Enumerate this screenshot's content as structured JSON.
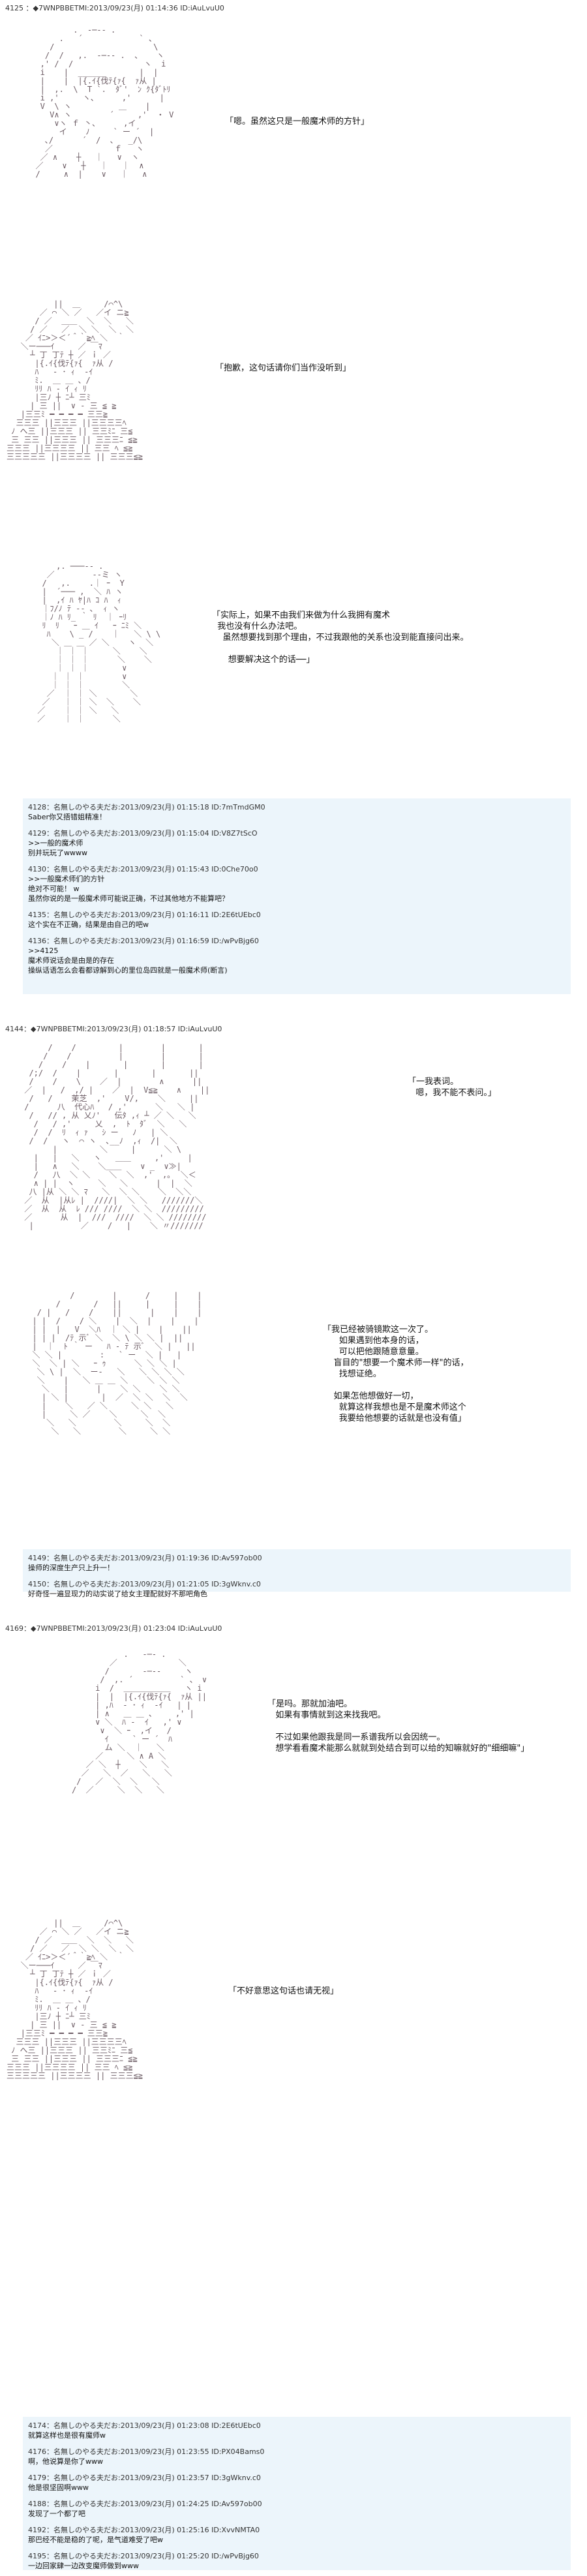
{
  "posts": [
    {
      "header": "4125 ：◆7WNPBBETMI:2013/09/23(月) 01:14:36 ID:iAuLvuU0",
      "panels": [
        {
          "dialog": "「嗯。虽然这只是一般魔术师的方针」",
          "aa": "          .  -─‐- .\n       .   ´            ` 、\n     /                     \\\n    /  /   ,.  -─‐- .  、   ヽ\n   ,' /  /               ヽ  i\n   i    |  ______       |  |\n   |    |  |{.ｲ{伐ﾃ{ｧ{  ｧ从 |\n   |  ,.  \\  T `.  ﾀﾞ'  ﾝ ｸ{ﾀﾞﾄﾘ\n   i ,'     ヽ、     ,'      |\n   V  \\ ヽ          ＿    |\n     V∧ ヽ        ´     ,'  ・ V\n      ∨ヽ ｆ 丶、     ,イ\n       イ    ﾉ     ` ー ´  |\n    ､/      ´  /  ､   _/\\\n    ／             ｆ   ヽ\n   ／ ∧    ┼   ｜   ∨  ヽ\n  ／    ∨   ┼   ｜   ｜  ∧\n  /     ∧  |    ∨   ｜   ∧"
        },
        {
          "dialog": "「抱歉，这句话请你们当作没听到」",
          "aa": "          ||  ＿     /⌒^\\\n       ／ ⌒ ＼ ／   ／イ ニ≧\n      / ／  ＿＿  ＼  ＼   ＼\n     / ／   ／  ＼ ＼  ＼  ＼\n    ／ ｲﾆ>＞＜´＾｀≧ﾍ ＼  ｀\n   ＼ー───ｲ     ／ ￣ﾏ\n     ┴ 丁 丁ﾃ ┼ ／ ｉ ／\n      |{.ｲ{伐ﾃ{ｧ{  ｧ从 /\n      ﾊ   ‐ ･ ｨ  ‐ｲ\n      ﾐ.  ＿ ＿ 、/\n      ﾘﾘ ﾊ - ｲ ｨ ﾘ\n      |三ﾉ ┼ ﾆ┴ 三ﾐ\n     | 三 ||  ∨ ‐ 三 ≦ ≧\n   |三三ﾐ ━ ━ ━ ━ 三三≧\n  三三三 ||三三三 ||三三三三ﾍ\n ﾉ へ三 ||三三三 || 三三ﾐﾆ 三≦\n 三 三三 ||三三三 || 三三三ﾆ ≦≧\n三三三 ||三三三三 || 三三 ﾍ ≦≧\n三三三三三 ||三三三三 || 三三三≦≧"
        },
        {
          "dialog": "「实际上，如果不由我们来做为什么我拥有魔术\n  我也没有什么办法吧。\n    虽然想要找到那个理由，不过我跟他的关系也没到能直接问出来。\n\n      想要解决这个的话──」",
          "aa": "     ,. ───‐- .\n   ／        ‐-ミ ヽ\n  /   ,.    .｜ ｰ  Y\n  |  ´─── ,  ＼ ﾊ ヽ\n  |  ,ｲ ﾊ ﾔ|ﾊ ｺ ﾊ  ｨ\n  ｜ﾌ/ﾉ ﾃ ‐- ､  ｨ ヽ\n  ｜ﾉ ﾊ ﾘ_ ｀ ﾘ  ｜ ｰﾘ\n  ﾘ  ﾘ   ｰ ＿ ｲ   ｰ ﾆﾐ ＼\n   ﾊ    \\ _ /    ｜   ＼ \\ \\\n    ＼ ＿ ＿ ／ ＼    ヽ  ＼\n     ｜ ｜ ｜     ＼    ＼\n     ｜ ｜ ｜      ＼    ＼\n     ｜ ｜ ｜       ∨\n    ｜ ｜ ｜        ∨\n    ｜ ｜ ｜        ＼\n   ／  ｜ ｜ ＼       ＼\n  ／   ｜ ｜ ＼  ＼    ＼\n ／    ｜ ｜ ＼   ＼\n ／    ｜ ｜      ＼"
        }
      ],
      "responses": [
        {
          "head": "4128：名無しのやる夫だお:2013/09/23(月) 01:15:18 ID:7mTmdGM0",
          "lines": [
            "Saber你又捂错姐精准！"
          ]
        },
        {
          "head": "4129：名無しのやる夫だお:2013/09/23(月) 01:15:04 ID:V8Z7tScO",
          "lines": [
            ">>一般的魔术师",
            "别并玩玩了wwww"
          ]
        },
        {
          "head": "4130：名無しのやる夫だお:2013/09/23(月) 01:15:43 ID:0Che70o0",
          "lines": [
            ">>一般魔术师们的方针",
            "绝对不可能！ w",
            "虽然你说的是一般魔术师可能说正确，不过其他地方不能算吧？"
          ]
        },
        {
          "head": "4135：名無しのやる夫だお:2013/09/23(月) 01:16:11 ID:2E6tUEbc0",
          "lines": [
            "这个实在不正确，结果是由自己的吧w"
          ]
        },
        {
          "head": "4136：名無しのやる夫だお:2013/09/23(月) 01:16:59 ID:/wPvBjg60",
          "lines": [
            ">>4125",
            "魔术师说话会是由是的存在",
            "操纵话语怎么会看都谅解到心的里位岛四就是一般魔术师(断言)"
          ]
        }
      ]
    },
    {
      "header": "4144：◆7WNPBBETMI:2013/09/23(月) 01:18:57 ID:iAuLvuU0",
      "panels": [
        {
          "dialog": "「一我表词。\n   嗯，我不能不表问。」",
          "aa": "      /    /         |        |       |\n     /    /          |        |       |\n    /    /    |       |       |       |\n  /;/  /    |       |       |       ||\n  /    /    \\    ／  |        ∧      ||\n ／  |   /  ,/ |    ／  |  V≦≧    ∧    ||\n  /   /    茉芝  ,'    V/,    ＼     ||\n /      八  代心ﾊ   / ,'      ＼   ＼ |\n  /   // , 从 乂ﾉ'   伝ﾀ ,ｨ ┴ ／ ＼   ＼\n   /   / ,'     乂  ,  ﾄ  ﾀﾞ  ＼   ＼\n   /  /  ﾘ  ｨ ｧ   ｼ ー   ﾉ   | ＼\n  /  /   ヽ  ⌒ ヽ  ､__ﾉ  ,ｨ  /|  ＼\n       |         ＼     |      ＼ \\\n   |   |   ＼   ヽ   ＿＿     ,'     |\n   |   ∧   ＼    ＼＿＿    ∨ _  ∨≫|\n   /   八  ＼ ＼    ＼  ＼  ,'  ,｡  ＼＜\n   ∧ | |  ヽ     ＼   ＼      |  |  ＼\n  八 |从 ＼ ＼ ﾏ   ＼  ＼ ＼    ＼  ＼＼\n ／  从  |从ﾚ |  ////|  ＼ ＼   ///////＼\n ／  从  从  ﾚ /// ////  ＼ ＼  /////////\n ／      从  |  ///  ////  ＼ ＼ ////////\n  |          ／    /   |    ＼ 〃///////"
        },
        {
          "dialog": "「我已经被骑镜欺这一次了。\n      如果遇到他本身的话，\n      可以把他跟随意意量。\n    盲目的\"想要一个魔术师一样\"的话，\n      找想证绝。\n\n    如果怎他想做好一切，\n      就算这样我想也是不是魔术师这个\n      我要给他想要的话就是也没有值」",
          "aa": "          /        |      /     |    |\n       /       /   ||     |     |    |\n   / |   /    /    ||      |    |    |\n  | |  /    / ＼    |  ＼  |    |    |\n  | |  |   V  ＼ﾊ  ｜ ＼ |    |    ||\n  | | |  /ﾃ 示ﾞ ＼  ＼ \\ ＼ ＼ |  ||\n  |  ｜  ﾄ ｀ ー   ﾊ ‐ ﾃ 示ﾞ  ＼ |   ||\n  ＼ ＼ |        :   ` ー  ＼ |   |\n  ＼  ＼ | ＼   ｰ ｩ      ＼ ＼ ＼ |\n   ＼ \\ |  ＼  ー‐   ＼   ＼ ＼ ＼ ＼\n   ＼    |   ＼ ＿ ＿ ＼    ＼ ＼ ＼\n    ＼   |      |    ＼ ＼    ＼ ＼\n    | ＼ |       |  ／  ＼ ＼  ＼  ＼\n    |    ＼   ／ ＼     ＼ ＼   ＼\n    |     ＼ ／    ＼     ＼  ＼\n     ＼   ＼        ＼     ＼  ＼\n      ＼   ＼        ＼     ＼ ＼"
        }
      ],
      "responses": [
        {
          "head": "4149：名無しのやる夫だお:2013/09/23(月) 01:19:36 ID:Av597ob00",
          "lines": [
            "操师的深度生产只上升一！"
          ]
        },
        {
          "head": "4150：名無しのやる夫だお:2013/09/23(月) 01:21:05 ID:3gWknv.c0",
          "lines": [
            "好奇怪一遍显现力的动实说了给女主理配就好不那吧角色"
          ]
        }
      ]
    },
    {
      "header": "4169：◆7WNPBBETMI:2013/09/23(月) 01:23:04 ID:iAuLvuU0",
      "panels": [
        {
          "dialog": "「是吗。那就加油吧。\n   如果有事情就到这来找我吧。\n\n   不过如果他跟我是同一系谱我所以会因统一。\n   想学看看魔术能那么就就到处结合到可以给的知嘛就好的\"细细嘛\"」",
          "aa": "           .   -─- .\n        ／             ＼\n       /       -─‐-     ヽ\n      /  ,. ´          ` 、 ∨\n     i  /  ＿＿＿＿＿＿   ヽ i\n     |  |  |{.ｲ{伐ﾃ{ｧ{  ｧ从 ||\n     | ,ﾊ  ‐ ･ ｨ  ‐ｲ   | |\n     | ∧   ＿ ＿ 、    ,' |\n     ∨ ＼  ﾊ -  ｲ   ,' ∨\n      ∨  ＼ ｰ  ,イ   /\n       ｲ     ` ー ´  ﾊ\n       ム ＼  ｜   ＼\n     ／     ＼ ∧ A ＼\n   ／ ＼  ┼    ＼   ＼\n  ／   ＼  ／   ＼   ＼\n /   ／  ＼  ＼   ＼\n/  ／     ＼  ＼   ＼"
        },
        {
          "dialog": "「不好意思这句话也请无视」",
          "aa": "          ||  ＿     /⌒^\\\n       ／ ⌒ ＼ ／   ／イ ニ≧\n      / ／  ＿＿  ＼  ＼   ＼\n     / ／   ／  ＼ ＼  ＼  ＼\n    ／ ｲﾆ>＞＜´＾｀≧ﾍ ＼  ｀\n   ＼ー───ｲ     ／ ￣ﾏ\n     ┴ 丁 丁ﾃ ┼ ／ ｉ ／\n      |{.ｲ{伐ﾃ{ｧ{  ｧ从 /\n      ﾊ   ‐ ･ ｨ  ‐ｲ\n      ﾐ.  ＿ ＿ 、/\n      ﾘﾘ ﾊ - ｲ ｨ ﾘ\n      |三ﾉ ┼ ﾆ┴ 三ﾐ\n     | 三 ||  ∨ ‐ 三 ≦ ≧\n   |三三ﾐ ━ ━ ━ ━ 三三≧\n  三三三 ||三三三 ||三三三三ﾍ\n ﾉ へ三 ||三三三 || 三三ﾐﾆ 三≦\n 三 三三 ||三三三 || 三三三ﾆ ≦≧\n三三三 ||三三三三 || 三三 ﾍ ≦≧\n三三三三三 ||三三三三 || 三三三≦≧"
        }
      ],
      "responses": [
        {
          "head": "4174：名無しのやる夫だお:2013/09/23(月) 01:23:08 ID:2E6tUEbc0",
          "lines": [
            "就算这样也是很有魔师w"
          ]
        },
        {
          "head": "4176：名無しのやる夫だお:2013/09/23(月) 01:23:55 ID:PX04Bams0",
          "lines": [
            "啊，他说算是你了www"
          ]
        },
        {
          "head": "4179：名無しのやる夫だお:2013/09/23(月) 01:23:57 ID:3gWknv.c0",
          "lines": [
            "他是很坚固啊www"
          ]
        },
        {
          "head": "4188：名無しのやる夫だお:2013/09/23(月) 01:24:25 ID:Av597ob00",
          "lines": [
            "发现了一个都了吧"
          ]
        },
        {
          "head": "4192：名無しのやる夫だお:2013/09/23(月) 01:25:16 ID:XvvNMTA0",
          "lines": [
            "那巴经不能是稳的了呢，是气道难受了吧w"
          ]
        },
        {
          "head": "4195：名無しのやる夫だお:2013/09/23(月) 01:25:20 ID:/wPvBjg60",
          "lines": [
            "一边回家肆一边改变魔师做到www"
          ]
        }
      ]
    }
  ]
}
